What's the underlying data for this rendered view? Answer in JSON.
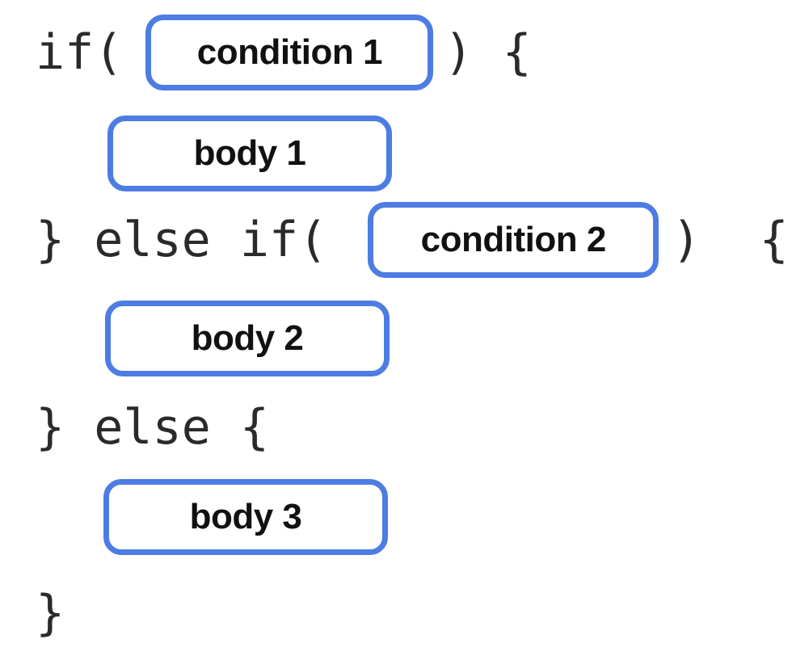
{
  "colors": {
    "accent": "#4D7CE2",
    "code_text": "#2A2A2A",
    "label_text": "#111111",
    "background": "#FFFFFF"
  },
  "code": {
    "line1_before": "if(",
    "line1_after": ") {",
    "line3_before": "} else if(",
    "line3_after": ")  {",
    "line5": "} else {",
    "line7": "}"
  },
  "slots": {
    "condition1": "condition 1",
    "body1": "body 1",
    "condition2": "condition 2",
    "body2": "body 2",
    "body3": "body 3"
  }
}
